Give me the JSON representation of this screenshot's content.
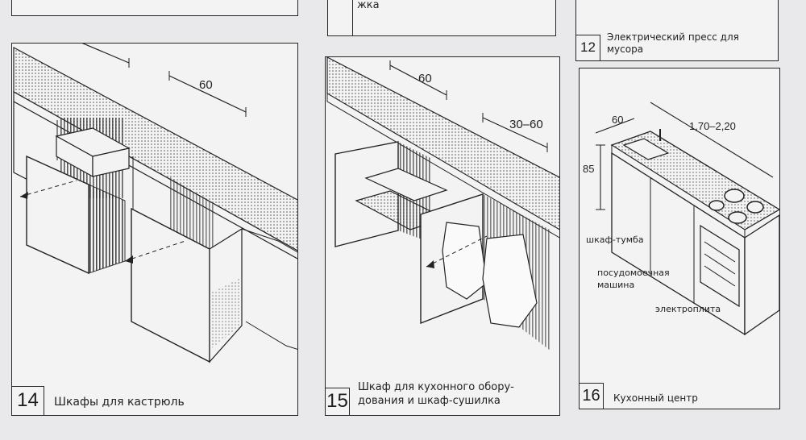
{
  "top_panel_2_caption": "жка",
  "panel_12": {
    "number": "12",
    "caption": "Электрический пресс для мусора"
  },
  "panel_14": {
    "number": "14",
    "caption": "Шкафы для кастрюль",
    "dim_a": "60",
    "dim_b": "60"
  },
  "panel_15": {
    "number": "15",
    "caption_line1": "Шкаф для кухонного обору-",
    "caption_line2": "дования и шкаф-сушилка",
    "dim_a": "60",
    "dim_b": "30–60"
  },
  "panel_16": {
    "number": "16",
    "caption": "Кухонный центр",
    "dim_depth": "60",
    "dim_length": "1,70–2,20",
    "dim_height": "85",
    "label_cabinet": "шкаф-тумба",
    "label_dishwasher_1": "посудомоечная",
    "label_dishwasher_2": "машина",
    "label_stove": "электроплита"
  }
}
